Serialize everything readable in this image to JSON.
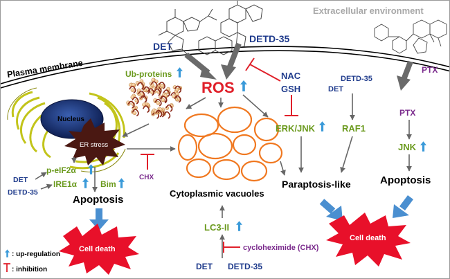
{
  "labels": {
    "extracellular": "Extracellular environment",
    "plasma_membrane": "Plasma membrane",
    "det_top": "DET",
    "detd35_top": "DETD-35",
    "ros": "ROS",
    "ub_proteins": "Ub-proteins",
    "nucleus": "Nucleus",
    "er_stress": "ER stress",
    "nac": "NAC",
    "gsh": "GSH",
    "erk_jnk": "ERK/JNK",
    "detd35_raf": "DETD-35",
    "det_raf": "DET",
    "raf1": "RAF1",
    "ptx_top": "PTX",
    "ptx_mid": "PTX",
    "jnk": "JNK",
    "apoptosis_right": "Apoptosis",
    "det_left": "DET",
    "detd35_left": "DETD-35",
    "p_eif2a": "p-eIF2α",
    "ire1a": "IRE1α",
    "bim": "Bim",
    "chx": "CHX",
    "apoptosis_left": "Apoptosis",
    "cytoplasmic_vacuoles": "Cytoplasmic vacuoles",
    "paraptosis_like": "Paraptosis-like",
    "lc3": "LC3-II",
    "cycloheximide": "cycloheximide (CHX)",
    "det_bottom": "DET",
    "detd35_bottom": "DETD-35",
    "cell_death_left": "Cell death",
    "cell_death_right": "Cell death"
  },
  "legend": {
    "up": ": up-regulation",
    "inhibition": ": inhibition"
  },
  "colors": {
    "blue_text": "#1f3b8c",
    "green_text": "#6b9a1e",
    "purple_text": "#7a2a8c",
    "red": "#e0202a",
    "orange": "#f07820",
    "up_arrow": "#3a9ad9",
    "big_arrow": "#4a8fd0",
    "gray_arrow": "#6a6a6a"
  }
}
